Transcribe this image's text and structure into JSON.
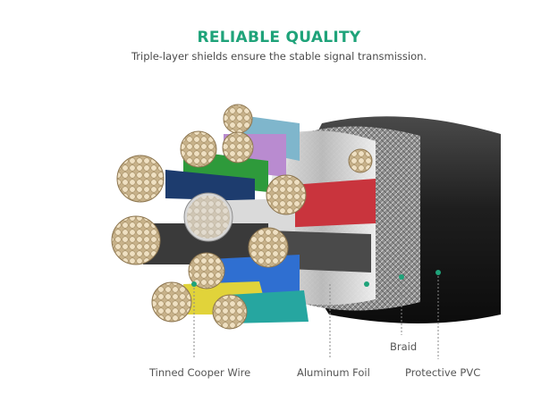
{
  "banner": {
    "title": "RELIABLE QUALITY",
    "subtitle": "Triple-layer shields ensure the stable signal transmission."
  },
  "callouts": {
    "tinned_wire": "Tinned Cooper Wire",
    "aluminum_foil": "Aluminum Foil",
    "braid": "Braid",
    "protective_pvc": "Protective PVC"
  },
  "colors": {
    "accent": "#1fa37a",
    "text": "#555555",
    "pvc_jacket": "#2b2b2b",
    "copper_strands": "#e3cfa8"
  }
}
